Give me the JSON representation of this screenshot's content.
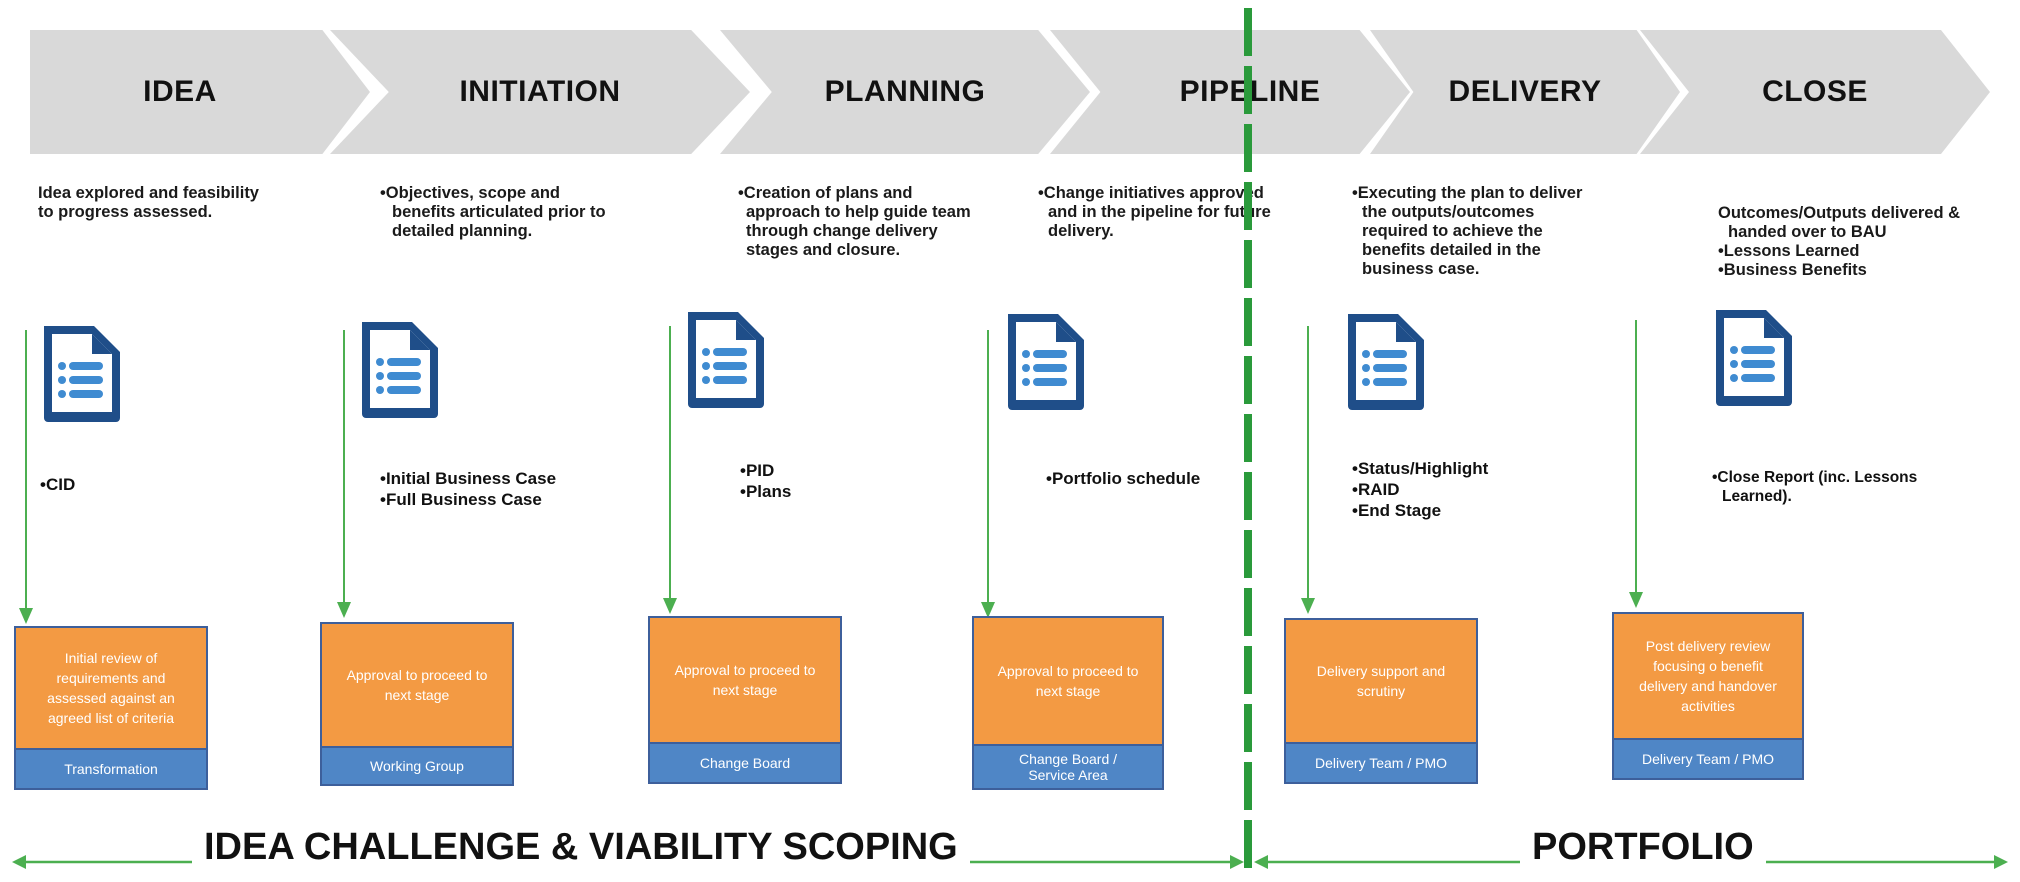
{
  "stages": [
    {
      "label": "IDEA"
    },
    {
      "label": "INITIATION"
    },
    {
      "label": "PLANNING"
    },
    {
      "label": "PIPELINE"
    },
    {
      "label": "DELIVERY"
    },
    {
      "label": "CLOSE"
    }
  ],
  "descriptions": {
    "idea": [
      "Idea explored and feasibility",
      "to progress assessed."
    ],
    "initiation": [
      "•Objectives, scope and",
      "benefits articulated prior to",
      "detailed planning."
    ],
    "planning": [
      "•Creation of plans and",
      "approach to help guide team",
      "through change delivery",
      "stages and closure."
    ],
    "pipeline": [
      "•Change initiatives approved",
      "and in the pipeline for future",
      "delivery."
    ],
    "delivery": [
      "•Executing the plan to deliver",
      "the outputs/outcomes",
      "required to achieve the",
      "benefits detailed in the",
      "business case."
    ],
    "close": [
      "Outcomes/Outputs delivered &",
      "handed over to BAU",
      "•Lessons Learned",
      "•Business Benefits"
    ]
  },
  "deliverables": {
    "idea": [
      "•CID"
    ],
    "initiation": [
      "•Initial Business Case",
      "•Full Business Case"
    ],
    "planning": [
      "•PID",
      "•Plans"
    ],
    "pipeline": [
      "•Portfolio schedule"
    ],
    "delivery": [
      "•Status/Highlight",
      "•RAID",
      "•End Stage"
    ],
    "close": [
      "•Close Report (inc. Lessons",
      "Learned)."
    ]
  },
  "gates": {
    "idea": {
      "text": "Initial review of requirements and assessed against an agreed list of criteria",
      "owner": "Transformation"
    },
    "initiation": {
      "text": "Approval to proceed to next stage",
      "owner": "Working Group"
    },
    "planning": {
      "text": "Approval to proceed to next stage",
      "owner": "Change Board"
    },
    "pipeline": {
      "text": "Approval to proceed to next stage",
      "owner": "Change Board / Service Area"
    },
    "delivery": {
      "text": "Delivery support and scrutiny",
      "owner": "Delivery Team / PMO"
    },
    "close": {
      "text": "Post delivery review focusing o benefit delivery and handover activities",
      "owner": "Delivery Team / PMO"
    }
  },
  "phases": {
    "left": "IDEA CHALLENGE & VIABILITY SCOPING",
    "right": "PORTFOLIO"
  },
  "colors": {
    "chevron": "#d9d9d9",
    "gate_fill": "#f39a43",
    "owner_fill": "#4f86c6",
    "border": "#3d5f9b",
    "arrow": "#4caf50",
    "divider": "#2a9a3b",
    "icon": "#1f4e89"
  },
  "icons": {
    "stage_document": "document-list-icon"
  }
}
